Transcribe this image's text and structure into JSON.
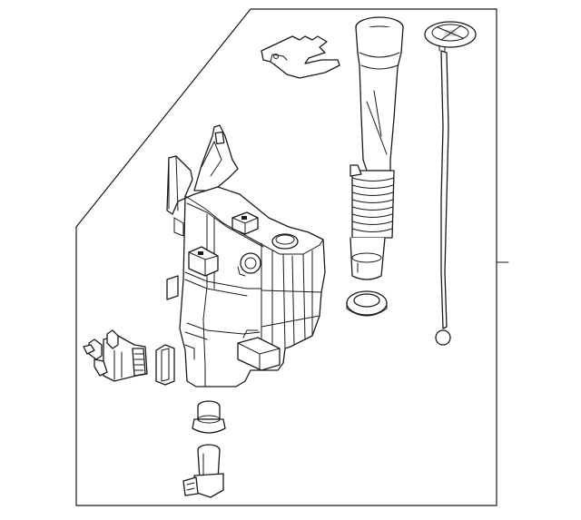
{
  "diagram": {
    "colors": {
      "line": "#1a1a1a",
      "background": "#ffffff"
    },
    "parts": [
      "frame-outline",
      "retaining-clip",
      "filler-neck",
      "filler-cap-with-dipstick",
      "washer-reservoir",
      "filler-seal-ring",
      "washer-pump",
      "pump-grommet",
      "level-sensor-grommet",
      "fluid-level-sensor"
    ]
  }
}
